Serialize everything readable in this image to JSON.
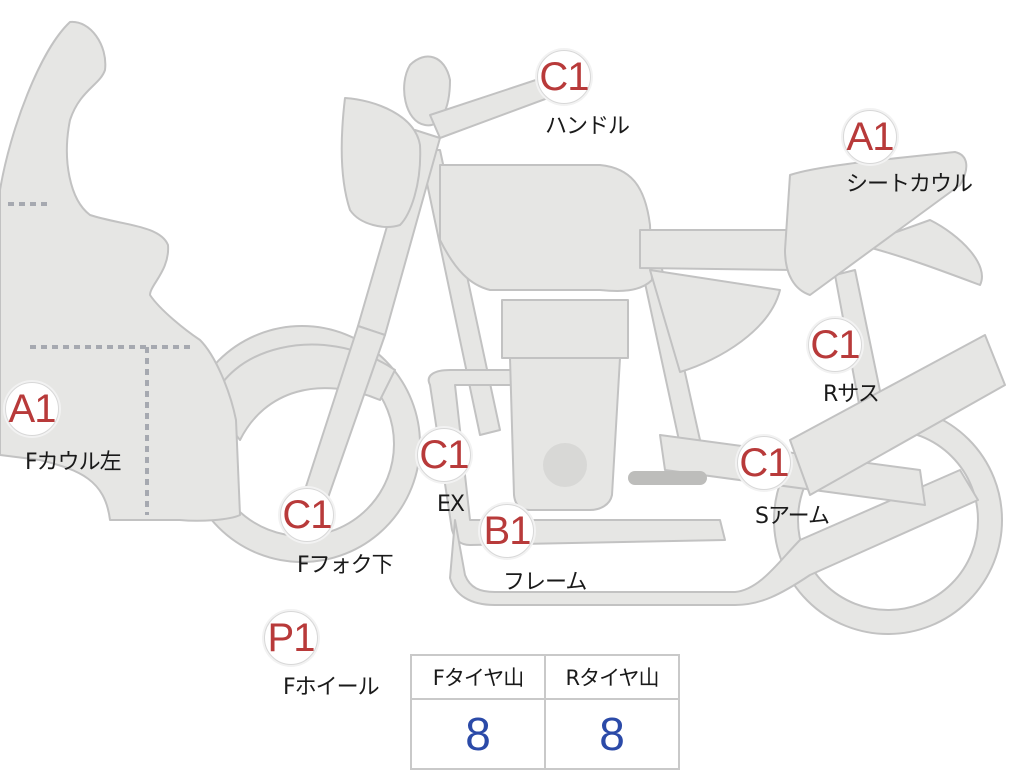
{
  "parts": [
    {
      "id": "handle",
      "grade": "C1",
      "name": "ハンドル"
    },
    {
      "id": "seat-cowl",
      "grade": "A1",
      "name": "シートカウル"
    },
    {
      "id": "r-sus",
      "grade": "C1",
      "name": "Rサス"
    },
    {
      "id": "f-cowl-l",
      "grade": "A1",
      "name": "Fカウル左"
    },
    {
      "id": "ex",
      "grade": "C1",
      "name": "EX"
    },
    {
      "id": "s-arm",
      "grade": "C1",
      "name": "Sアーム"
    },
    {
      "id": "f-fork",
      "grade": "C1",
      "name": "Fフォク下"
    },
    {
      "id": "frame",
      "grade": "B1",
      "name": "フレーム"
    },
    {
      "id": "f-wheel",
      "grade": "P1",
      "name": "Fホイール"
    }
  ],
  "tire_table": {
    "headers": [
      "Fタイヤ山",
      "Rタイヤ山"
    ],
    "values": [
      "8",
      "8"
    ]
  },
  "colors": {
    "grade": "#b83a3a",
    "value": "#2b4aa8",
    "part_fill": "#e6e6e4",
    "part_stroke": "#c2c2c2"
  }
}
